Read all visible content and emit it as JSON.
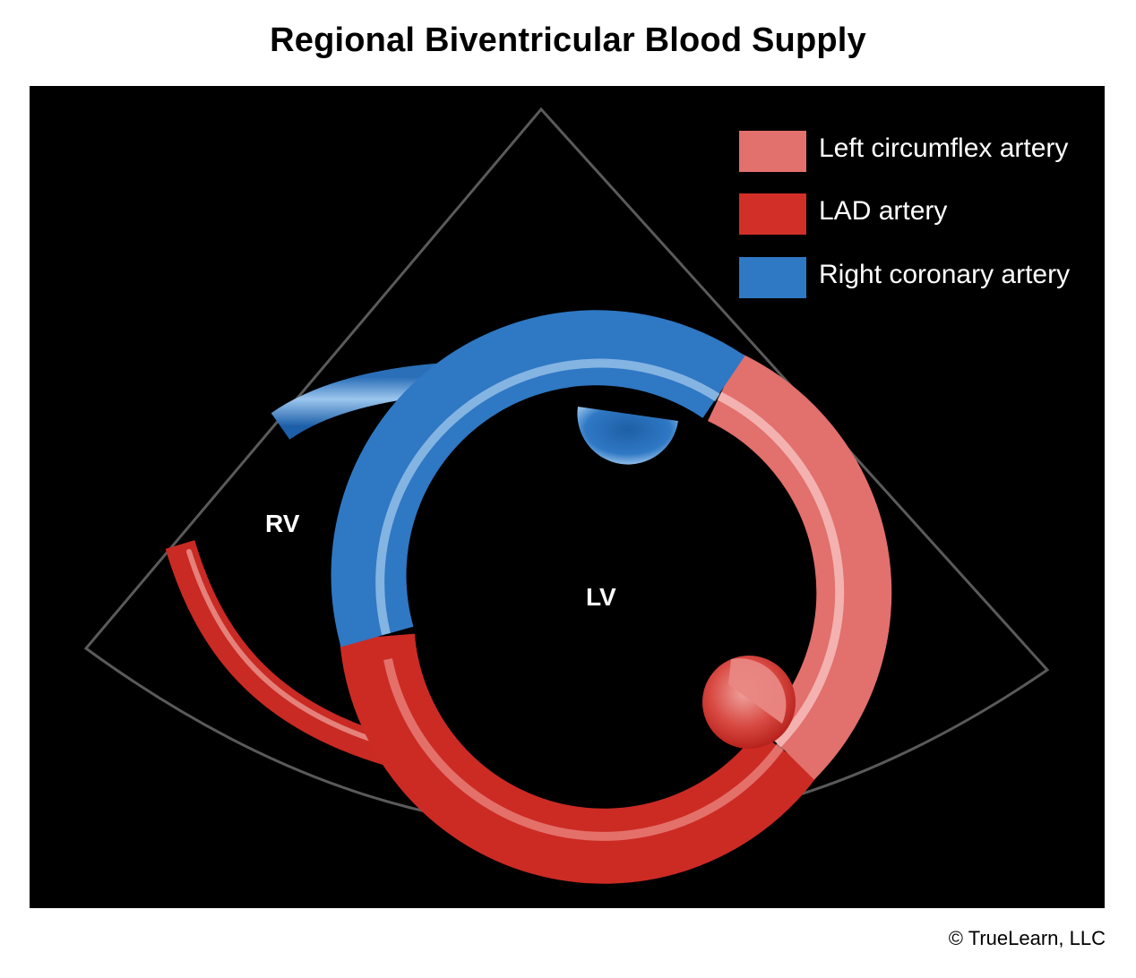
{
  "title": "Regional Biventricular Blood Supply",
  "legend": [
    {
      "label": "Left circumflex artery",
      "color": "#e2706c"
    },
    {
      "label": "LAD artery",
      "color": "#d22f28"
    },
    {
      "label": "Right coronary artery",
      "color": "#2f78c4"
    }
  ],
  "chambers": {
    "rv": "RV",
    "lv": "LV"
  },
  "copyright": "© TrueLearn, LLC",
  "colors": {
    "background": "#000000",
    "sector_outline": "#5a5a5a"
  }
}
